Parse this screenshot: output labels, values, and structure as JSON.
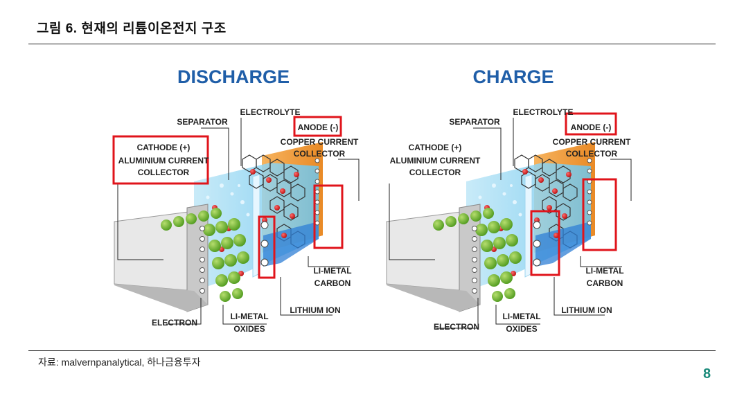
{
  "figure_title": "그림 6. 현재의 리튬이온전지 구조",
  "source": "자료: malvernpanalytical, 하나금융투자",
  "page_number": "8",
  "colors": {
    "heading": "#1f5ea8",
    "highlight": "#e0141b",
    "page_number": "#1a8a7a"
  },
  "panels": [
    {
      "heading": "DISCHARGE",
      "labels": {
        "separator": "SEPARATOR",
        "electrolyte": "ELECTROLYTE",
        "anode": "ANODE (-)",
        "copper_1": "COPPER CURRENT",
        "copper_2": "COLLECTOR",
        "cathode": "CATHODE (+)",
        "aluminium_1": "ALUMINIUM CURRENT",
        "aluminium_2": "COLLECTOR",
        "li_metal_carbon_1": "LI-METAL",
        "li_metal_carbon_2": "CARBON",
        "lithium_ion": "LITHIUM ION",
        "electron": "ELECTRON",
        "li_metal_oxides_1": "LI-METAL",
        "li_metal_oxides_2": "OXIDES"
      }
    },
    {
      "heading": "CHARGE",
      "labels": {
        "separator": "SEPARATOR",
        "electrolyte": "ELECTROLYTE",
        "anode": "ANODE (-)",
        "copper_1": "COPPER CURRENT",
        "copper_2": "COLLECTOR",
        "cathode": "CATHODE (+)",
        "aluminium_1": "ALUMINIUM CURRENT",
        "aluminium_2": "COLLECTOR",
        "li_metal_carbon_1": "LI-METAL",
        "li_metal_carbon_2": "CARBON",
        "lithium_ion": "LITHIUM ION",
        "electron": "ELECTRON",
        "li_metal_oxides_1": "LI-METAL",
        "li_metal_oxides_2": "OXIDES"
      }
    }
  ]
}
